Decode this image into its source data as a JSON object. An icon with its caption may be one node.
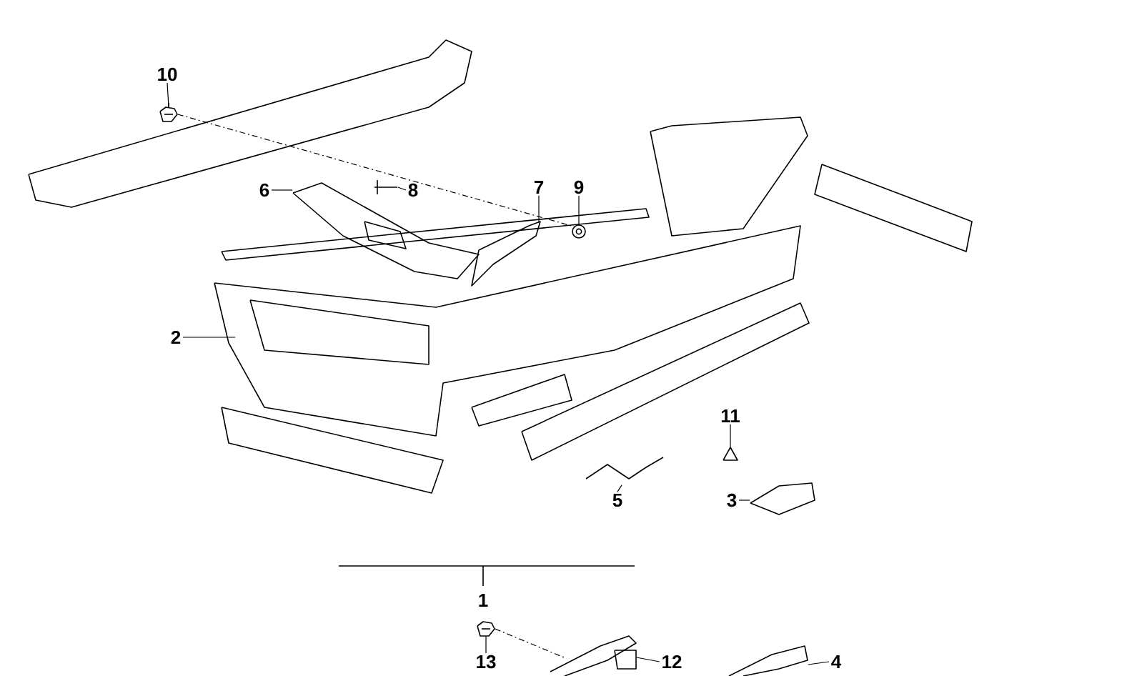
{
  "diagram": {
    "nodes": [
      {
        "text": [
          "10"
        ]
      },
      {
        "text": [],
        "shape": "picture"
      },
      {
        "text": [
          "6"
        ]
      },
      {
        "text": [],
        "shape": "picture"
      },
      {
        "text": [
          "8"
        ]
      },
      {
        "text": [],
        "shape": "picture"
      },
      {
        "text": [
          "7"
        ]
      },
      {
        "text": [],
        "shape": "picture"
      },
      {
        "text": [
          "9"
        ]
      },
      {
        "text": [],
        "shape": "circle"
      },
      {
        "text": [
          "2"
        ]
      },
      {
        "text": [],
        "shape": "picture"
      },
      {
        "text": [
          "11"
        ]
      },
      {
        "text": [],
        "shape": "picture"
      },
      {
        "text": [
          "5"
        ]
      },
      {
        "text": [],
        "shape": "picture"
      },
      {
        "text": [
          "3"
        ]
      },
      {
        "text": [],
        "shape": "picture"
      },
      {
        "text": [
          "13"
        ]
      },
      {
        "text": [],
        "shape": "picture"
      },
      {
        "text": [
          "12"
        ]
      },
      {
        "text": [],
        "shape": "picture"
      },
      {
        "text": [
          "4"
        ]
      },
      {
        "text": [],
        "shape": "picture"
      }
    ],
    "edges": [
      {
        "from": 0,
        "to": 1,
        "arrow": "none"
      },
      {
        "from": 2,
        "to": 3,
        "arrow": "none"
      },
      {
        "from": 4,
        "to": 5,
        "arrow": "none"
      },
      {
        "from": 6,
        "to": 7,
        "arrow": "none"
      },
      {
        "from": 8,
        "to": 9,
        "arrow": "none"
      },
      {
        "from": 10,
        "to": 11,
        "arrow": "none"
      },
      {
        "from": 12,
        "to": 13,
        "arrow": "none"
      },
      {
        "from": 14,
        "to": 15,
        "arrow": "none"
      },
      {
        "from": 16,
        "to": 17,
        "arrow": "none"
      },
      {
        "from": 18,
        "to": 19,
        "arrow": "none"
      },
      {
        "from": 20,
        "to": 21,
        "arrow": "none"
      },
      {
        "from": 22,
        "to": 23,
        "arrow": "none"
      },
      {
        "from": 1,
        "to": 9,
        "arrow": "none",
        "style": "dashed"
      },
      {
        "from": 19,
        "to": 21,
        "arrow": "none",
        "style": "dashed"
      }
    ],
    "labels": [
      "1"
    ]
  }
}
